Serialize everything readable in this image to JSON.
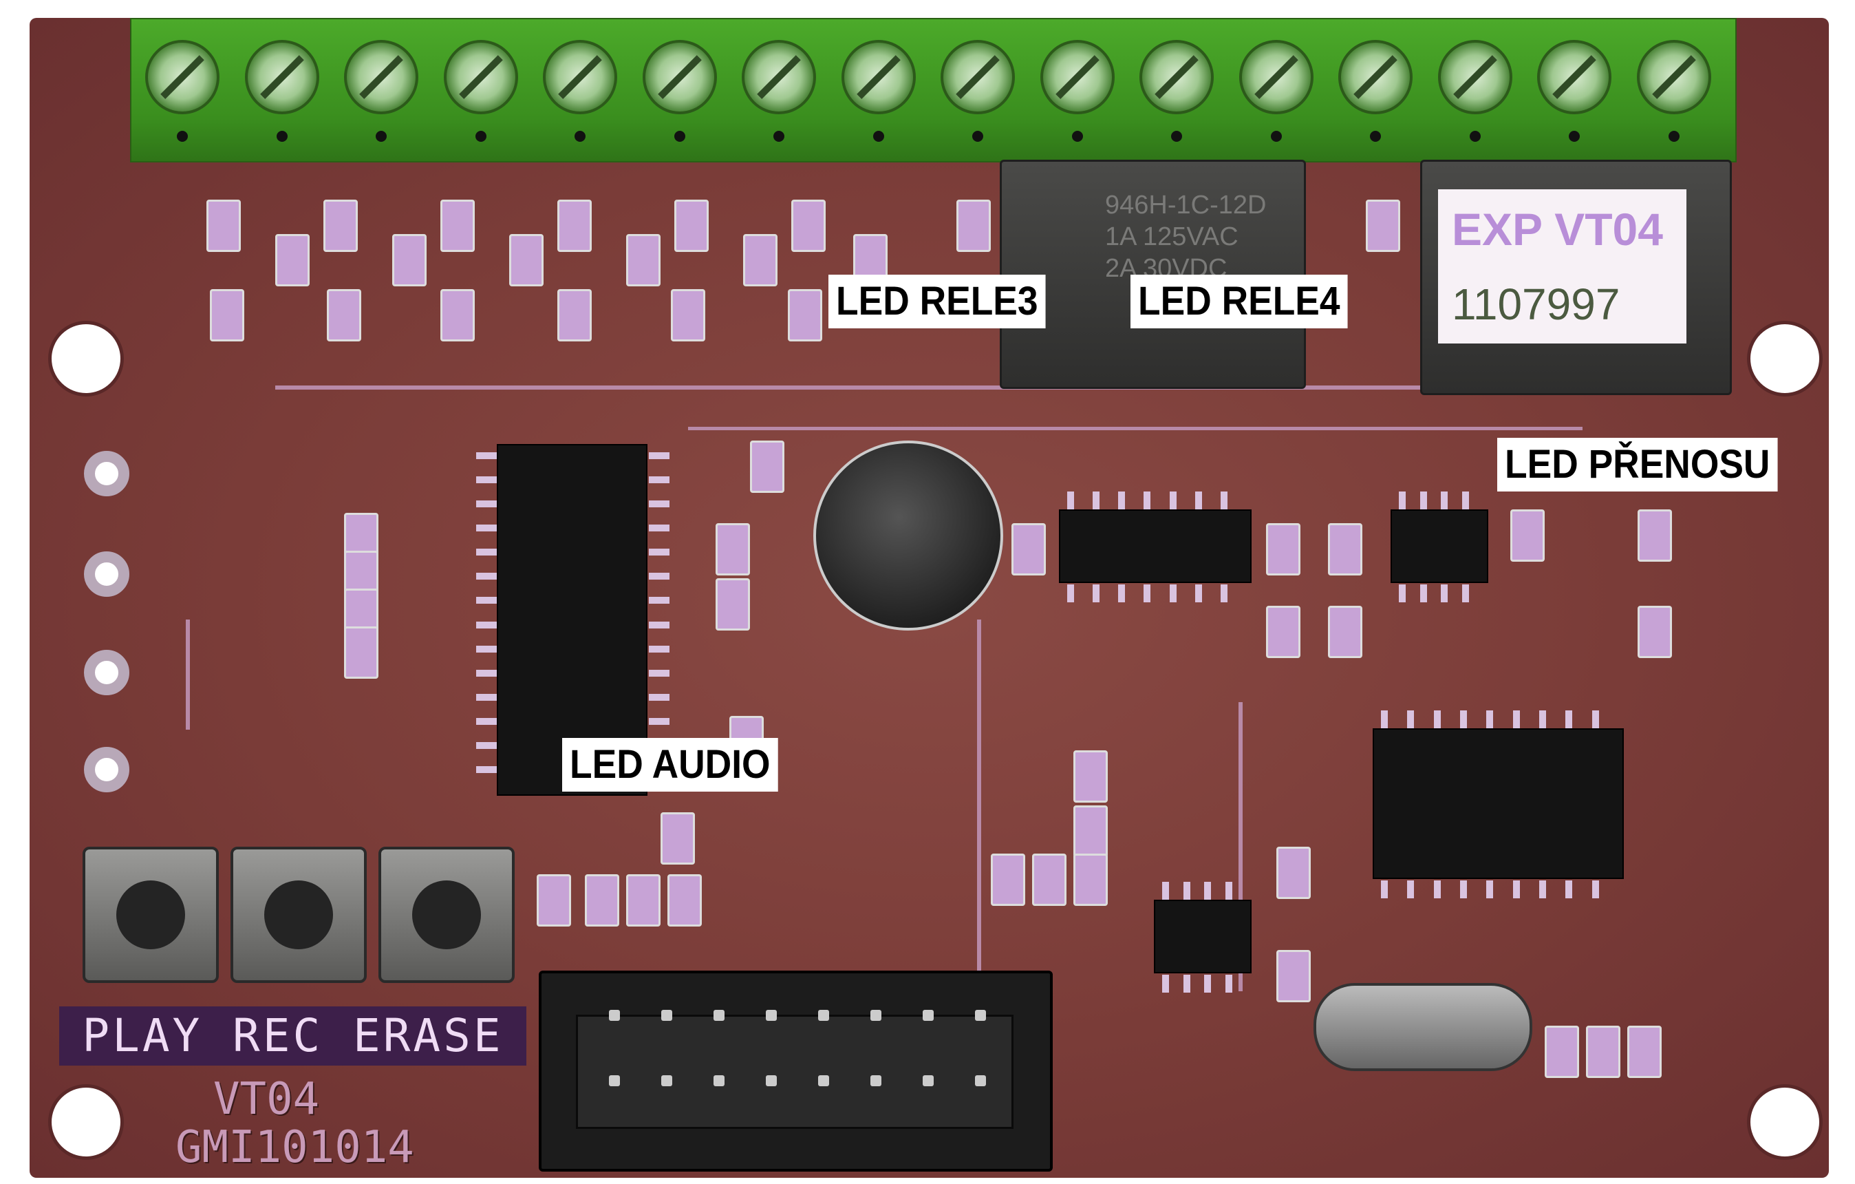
{
  "callouts": {
    "led_rele3": "LED RELE3",
    "led_rele4": "LED RELE4",
    "led_prenosu": "LED PŘENOSU",
    "led_audio": "LED AUDIO"
  },
  "relay1": {
    "lines": [
      "946H-1C-12D",
      "1A 125VAC",
      "2A 30VDC"
    ]
  },
  "relay2_label": {
    "line1": "EXP VT04",
    "line2": "1107997"
  },
  "silkscreen": {
    "button_labels": "PLAY REC ERASE",
    "board_name": "VT04",
    "board_code": "GMI101014"
  },
  "colors": {
    "board": "#7a3c38",
    "terminal": "#3a8e1e",
    "silk": "#f0dcf5"
  }
}
